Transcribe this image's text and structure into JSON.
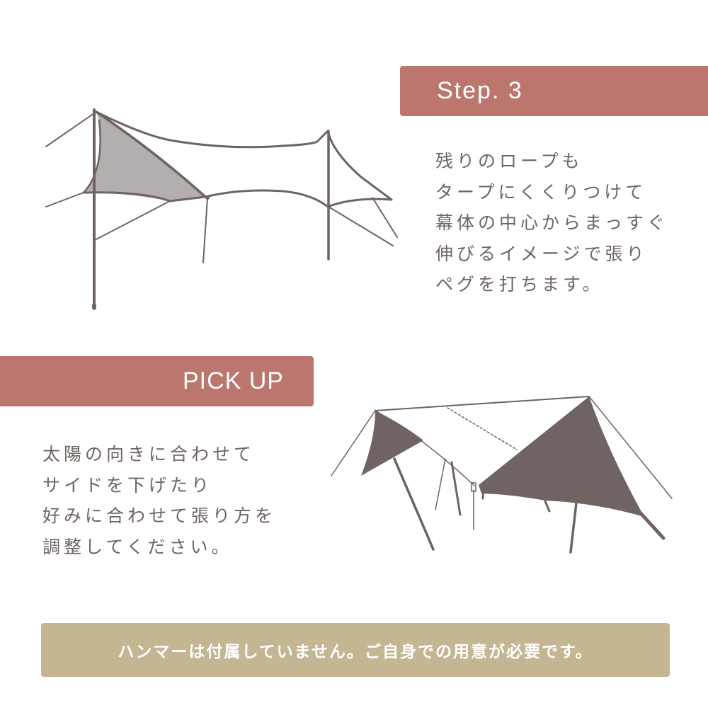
{
  "step_section": {
    "banner_label": "Step. 3",
    "description_lines": [
      "残りのロープも",
      "タープにくくりつけて",
      "幕体の中心からまっすぐ",
      "伸びるイメージで張り",
      "ペグを打ちます。"
    ],
    "illustration": "tarp-pitching-step3-illustration"
  },
  "pickup_section": {
    "banner_label": "PICK UP",
    "description_lines": [
      "太陽の向きに合わせて",
      "サイドを下げたり",
      "好みに合わせて張り方を",
      "調整してください。"
    ],
    "illustration": "tarp-side-lowered-illustration"
  },
  "notice": {
    "text": "ハンマーは付属していません。ご自身での用意が必要です。"
  },
  "colors": {
    "banner": "#bb776d",
    "text": "#6f6461",
    "line": "#6f6461",
    "tarp_fill_light": "#b4aeae",
    "tarp_fill_dark": "#6f6461",
    "notice_bg": "#c4b692",
    "background": "#ffffff"
  }
}
